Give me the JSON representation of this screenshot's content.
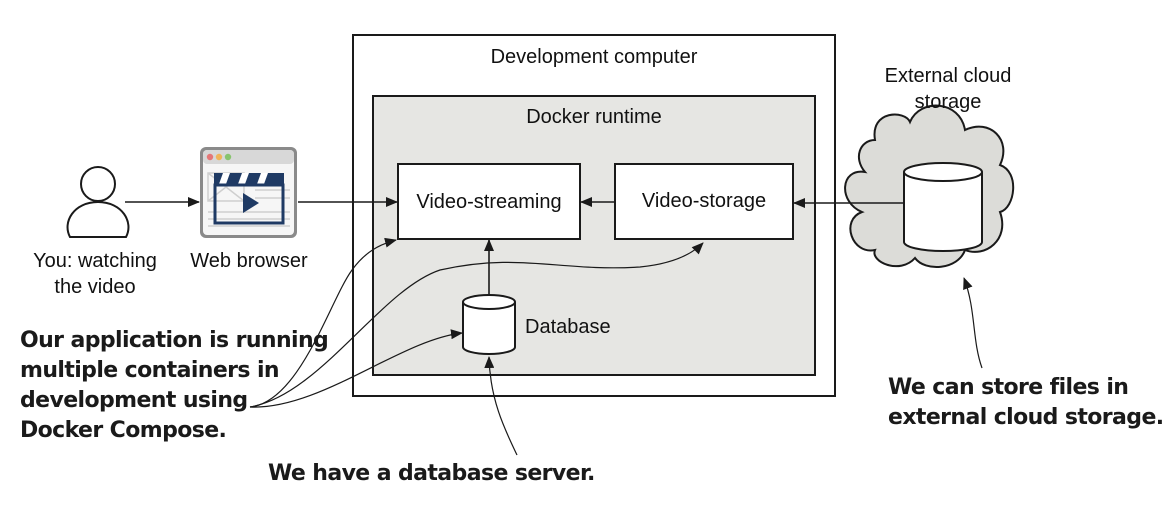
{
  "development_computer": {
    "label": "Development computer"
  },
  "docker_runtime": {
    "label": "Docker runtime"
  },
  "services": {
    "video_streaming": "Video-streaming",
    "video_storage": "Video-storage",
    "database": "Database"
  },
  "user": {
    "line1": "You: watching",
    "line2": "the video"
  },
  "browser": {
    "label": "Web browser"
  },
  "cloud": {
    "line1": "External cloud",
    "line2": "storage"
  },
  "annotations": {
    "compose": [
      "Our application is running",
      "multiple containers in",
      "development using",
      "Docker Compose."
    ],
    "database": "We have a database server.",
    "cloud": [
      "We can store files in",
      "external cloud storage."
    ]
  },
  "colors": {
    "runtime_fill": "#e6e6e3",
    "cloud_fill": "#dcdcd8",
    "stroke": "#1a1a1a",
    "clapper_blue": "#1f3a64"
  }
}
